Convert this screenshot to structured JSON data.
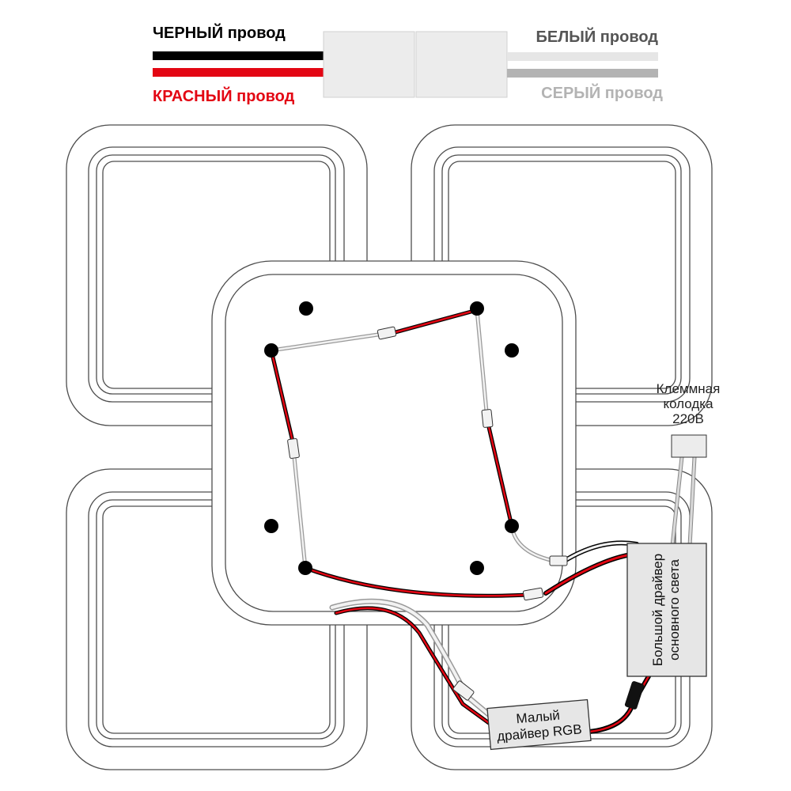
{
  "legend": {
    "black_wire": "ЧЕРНЫЙ провод",
    "red_wire": "КРАСНЫЙ провод",
    "white_wire": "БЕЛЫЙ провод",
    "gray_wire": "СЕРЫЙ провод"
  },
  "terminal_block": {
    "line1": "Клеммная",
    "line2": "колодка",
    "line3": "220В"
  },
  "big_driver": {
    "line1": "Большой драйвер",
    "line2": "основного света"
  },
  "small_driver": {
    "line1": "Малый",
    "line2": "драйвер RGB"
  },
  "colors": {
    "black": "#000000",
    "red": "#e30613",
    "white": "#e6e6e6",
    "gray": "#b3b3b3",
    "red_label": "#e30613",
    "white_label": "#555555",
    "gray_label": "#b3b3b3",
    "panel_outline": "#4d4d4d",
    "driver_fill": "#e6e6e6"
  }
}
